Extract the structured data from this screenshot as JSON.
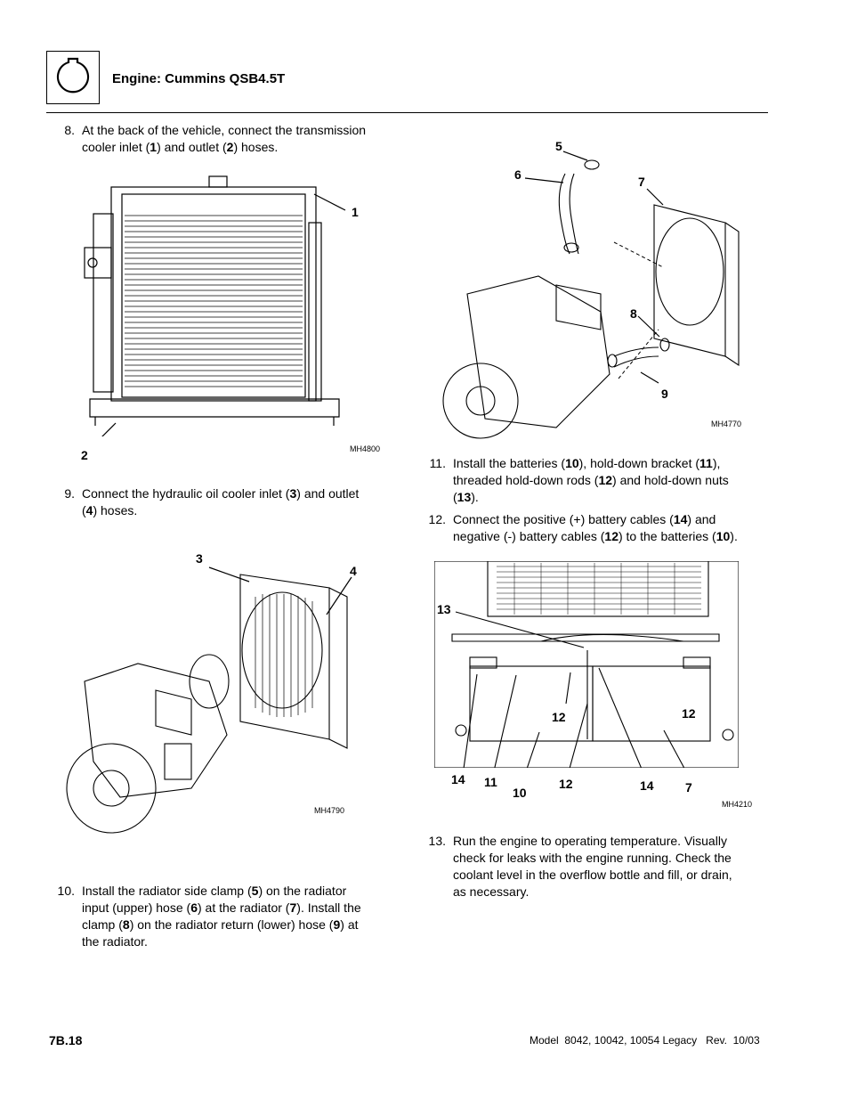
{
  "header": {
    "title": "Engine: Cummins QSB4.5T",
    "icon": "engine-icon"
  },
  "steps": {
    "s8": {
      "num": "8.",
      "line1": "At the back of the vehicle, connect the transmission",
      "l2a": "cooler inlet (",
      "b1": "1",
      "l2b": ") and outlet (",
      "b2": "2",
      "l2c": ") hoses."
    },
    "s9": {
      "num": "9.",
      "l1a": "Connect the hydraulic oil cooler inlet (",
      "b1": "3",
      "l1b": ") and outlet",
      "l2a": "(",
      "b2": "4",
      "l2b": ") hoses."
    },
    "s10": {
      "num": "10.",
      "l1a": "Install the radiator side clamp (",
      "b1": "5",
      "l1b": ") on the radiator",
      "l2a": "input (upper) hose (",
      "b2": "6",
      "l2b": ") at the radiator (",
      "b3": "7",
      "l2c": "). Install the",
      "l3a": "clamp (",
      "b4": "8",
      "l3b": ") on the radiator return (lower) hose (",
      "b5": "9",
      "l3c": ") at",
      "l4": "the radiator."
    },
    "s11": {
      "num": "11.",
      "l1a": "Install the batteries (",
      "b1": "10",
      "l1b": "), hold-down bracket (",
      "b2": "11",
      "l1c": "),",
      "l2a": "threaded hold-down rods (",
      "b3": "12",
      "l2b": ") and hold-down nuts",
      "l3a": "(",
      "b4": "13",
      "l3b": ")."
    },
    "s12": {
      "num": "12.",
      "l1a": "Connect the positive (+) battery cables (",
      "b1": "14",
      "l1b": ") and",
      "l2a": "negative (-) battery cables (",
      "b2": "12",
      "l2b": ") to the batteries (",
      "b3": "10",
      "l2c": ")."
    },
    "s13": {
      "num": "13.",
      "l1": "Run the engine to operating temperature. Visually",
      "l2": "check for leaks with the engine running. Check the",
      "l3": "coolant level in the overflow bottle and fill, or drain,",
      "l4": "as necessary."
    }
  },
  "figures": {
    "mh4800": {
      "id": "MH4800",
      "callouts": [
        "1",
        "2"
      ]
    },
    "mh4790": {
      "id": "MH4790",
      "callouts": [
        "3",
        "4"
      ]
    },
    "mh4770": {
      "id": "MH4770",
      "callouts": [
        "5",
        "6",
        "7",
        "8",
        "9"
      ]
    },
    "mh4210": {
      "id": "MH4210",
      "callouts": [
        "13",
        "12",
        "12",
        "14",
        "11",
        "10",
        "12",
        "14",
        "7"
      ]
    }
  },
  "footer": {
    "page": "7B.18",
    "model": "Model  8042, 10042, 10054 Legacy   Rev.  10/03"
  }
}
